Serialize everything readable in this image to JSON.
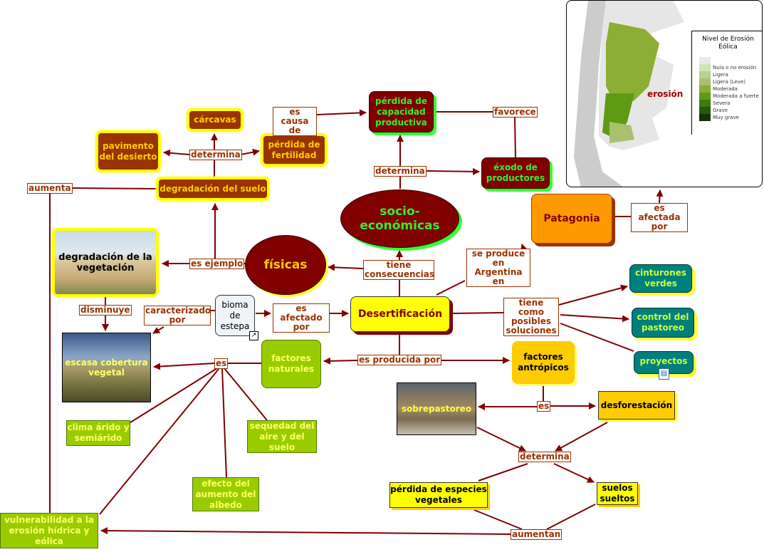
{
  "nodes": {
    "carcavas": "cárcavas",
    "pavimento": "pavimento del desierto",
    "fertilidad": "pérdida de fertilidad",
    "suelo": "degradación del suelo",
    "capacidad": "pérdida de capacidad productiva",
    "exodo": "éxodo de productores",
    "socio": "socio-económicas",
    "fisicas": "físicas",
    "patagonia": "Patagonia",
    "erosion": "erosión",
    "vegetacion": "degradación de la vegetación",
    "cobertura": "escasa cobertura vegetal",
    "bioma": "bioma de estepa",
    "desert": "Desertificación",
    "naturales": "factores naturales",
    "antropicos": "factores antrópicos",
    "cinturones": "cinturones verdes",
    "control": "control del pastoreo",
    "proyectos": "proyectos",
    "sobrepastoreo": "sobrepastoreo",
    "desforestacion": "desforestación",
    "clima": "clima árido y semiárido",
    "sequedad": "sequedad del aire y del suelo",
    "albedo": "efecto del aumento del albedo",
    "vulnerabilidad": "vulnerabilidad a la erosión hídrica y eólica",
    "especies": "pérdida de especies vegetales",
    "sueltos": "suelos sueltos"
  },
  "links": {
    "causa": "es causa de",
    "determina1": "determina",
    "aumenta": "aumenta",
    "determina2": "determina",
    "favorece": "favorece",
    "ejemplo": "es ejemplo",
    "consecuencias": "tiene consecuencias",
    "argentina": "se produce en Argentina en",
    "disminuye": "disminuye",
    "caracterizado": "caracterizado por",
    "afectado": "es afectado por",
    "soluciones": "tiene como posibles soluciones",
    "es1": "es",
    "producida": "es producida por",
    "es2": "es",
    "determina3": "determina",
    "aumentan": "aumentan",
    "afectada": "es afectada por"
  },
  "legend": {
    "title": "Nivel de Erosión Eólica",
    "items": [
      {
        "label": "",
        "color": "#e8e8e8"
      },
      {
        "label": "Nula o no erosión",
        "color": "#cfe3b5"
      },
      {
        "label": "Ligera",
        "color": "#b5d08f"
      },
      {
        "label": "Ligera (Leve)",
        "color": "#a8c070"
      },
      {
        "label": "Moderada",
        "color": "#8cae35"
      },
      {
        "label": "Moderada a fuerte",
        "color": "#5f9a15"
      },
      {
        "label": "Severa",
        "color": "#3d7a10"
      },
      {
        "label": "Grave",
        "color": "#255a0a"
      },
      {
        "label": "Muy grave",
        "color": "#143305"
      }
    ]
  }
}
